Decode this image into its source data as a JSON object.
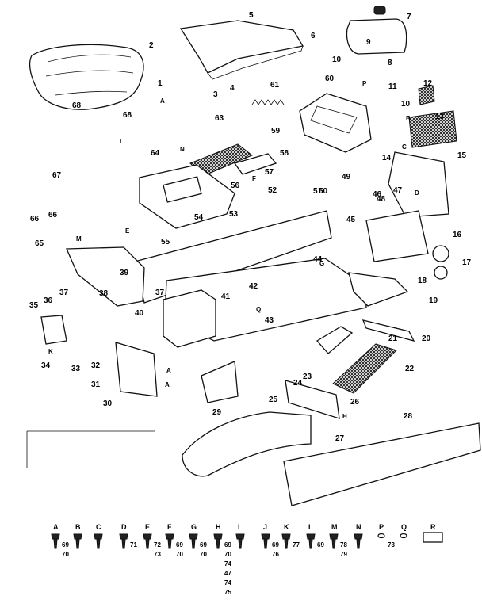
{
  "diagram": {
    "callouts": [
      "1",
      "2",
      "3",
      "4",
      "5",
      "6",
      "7",
      "8",
      "9",
      "10",
      "10",
      "11",
      "12",
      "13",
      "14",
      "15",
      "16",
      "17",
      "18",
      "19",
      "20",
      "21",
      "22",
      "23",
      "24",
      "25",
      "26",
      "27",
      "28",
      "29",
      "30",
      "31",
      "32",
      "33",
      "34",
      "35",
      "36",
      "37",
      "37",
      "38",
      "39",
      "40",
      "41",
      "42",
      "43",
      "44",
      "45",
      "46",
      "47",
      "48",
      "49",
      "50",
      "51",
      "52",
      "53",
      "54",
      "55",
      "56",
      "57",
      "58",
      "59",
      "60",
      "61",
      "63",
      "64",
      "65",
      "66",
      "66",
      "67",
      "68",
      "68"
    ],
    "connector_letters": [
      "A",
      "A",
      "A",
      "B",
      "C",
      "D",
      "E",
      "F",
      "G",
      "H",
      "K",
      "L",
      "M",
      "N",
      "P",
      "Q"
    ]
  },
  "hardware": [
    {
      "letter": "A",
      "nums": [
        "69",
        "70"
      ]
    },
    {
      "letter": "B",
      "nums": []
    },
    {
      "letter": "C",
      "nums": []
    },
    {
      "letter": "D",
      "nums": [
        "71"
      ]
    },
    {
      "letter": "E",
      "nums": [
        "72",
        "73"
      ]
    },
    {
      "letter": "F",
      "nums": [
        "69",
        "70"
      ]
    },
    {
      "letter": "G",
      "nums": [
        "69",
        "70"
      ]
    },
    {
      "letter": "H",
      "nums": [
        "69",
        "70",
        "74",
        "47",
        "74",
        "75"
      ]
    },
    {
      "letter": "I",
      "nums": []
    },
    {
      "letter": "J",
      "nums": [
        "69",
        "76"
      ]
    },
    {
      "letter": "K",
      "nums": [
        "77"
      ]
    },
    {
      "letter": "L",
      "nums": [
        "69"
      ]
    },
    {
      "letter": "M",
      "nums": [
        "78",
        "79"
      ]
    },
    {
      "letter": "N",
      "nums": []
    },
    {
      "letter": "P",
      "nums": [
        "73"
      ]
    },
    {
      "letter": "Q",
      "nums": []
    },
    {
      "letter": "R",
      "nums": []
    }
  ]
}
